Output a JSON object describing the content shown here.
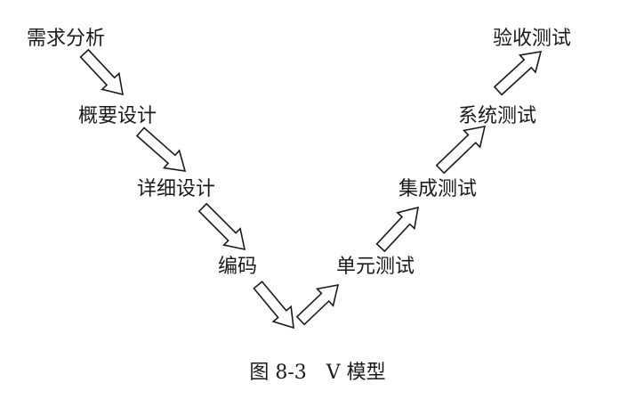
{
  "diagram": {
    "nodes": {
      "requirements_analysis": "需求分析",
      "outline_design": "概要设计",
      "detailed_design": "详细设计",
      "coding": "编码",
      "unit_testing": "单元测试",
      "integration_testing": "集成测试",
      "system_testing": "系统测试",
      "acceptance_testing": "验收测试"
    },
    "caption": "图 8-3　V 模型"
  }
}
